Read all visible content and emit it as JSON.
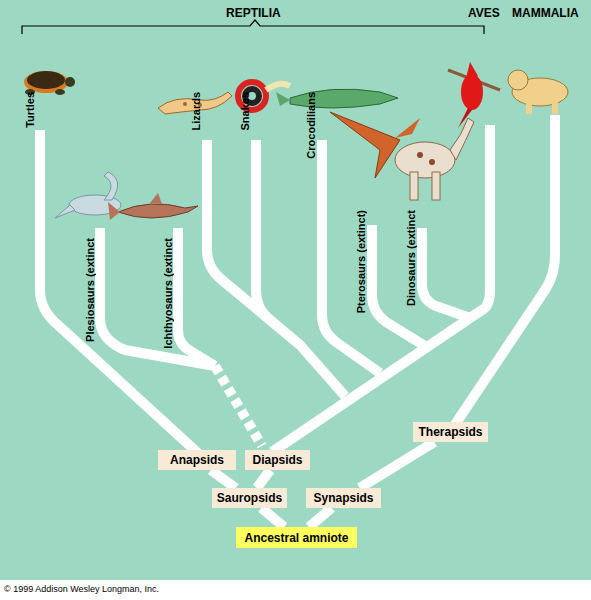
{
  "diagram": {
    "nodes": [
      {
        "text": [
          "Therapsids"
        ]
      },
      {
        "text": [
          "Anapsids"
        ]
      },
      {
        "text": [
          "Diapsids"
        ]
      },
      {
        "text": [
          "Sauropsids"
        ]
      },
      {
        "text": [
          "Synapsids"
        ]
      },
      {
        "text": [
          "Ancestral amniote"
        ]
      }
    ],
    "edges": [
      {
        "from": 5,
        "to": 3,
        "arrow": "none"
      },
      {
        "from": 5,
        "to": 4,
        "arrow": "none"
      },
      {
        "from": 3,
        "to": 1,
        "arrow": "none"
      },
      {
        "from": 3,
        "to": 2,
        "arrow": "none"
      },
      {
        "from": 4,
        "to": 0,
        "arrow": "none"
      }
    ],
    "labels": [
      "REPTILIA",
      "AVES",
      "MAMMALIA",
      "Turtles",
      "Plesiosaurs (extinct",
      "Ichthyosaurs (extinct",
      "Lizards",
      "Snakes",
      "Crocodilians",
      "Pterosaurs (extinct)",
      "Dinosaurs (extinct",
      "© 1999 Addison Wesley Longman, Inc."
    ]
  }
}
